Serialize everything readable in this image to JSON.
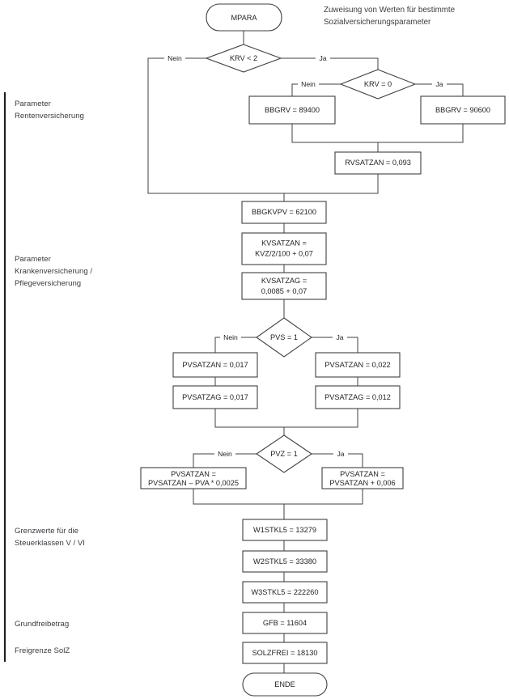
{
  "title": {
    "line1": "Zuweisung von Werten für bestimmte",
    "line2": "Sozialversicherungsparameter"
  },
  "section_labels": [
    {
      "id": "rentenversicherung",
      "line1": "Parameter",
      "line2": "Rentenversicherung",
      "line3": ""
    },
    {
      "id": "kranken-pflege",
      "line1": "Parameter",
      "line2": "Krankenversicherung /",
      "line3": "Pflegeversicherung"
    },
    {
      "id": "grenzwerte",
      "line1": "Grenzwerte für die",
      "line2": "Steuerklassen V / VI",
      "line3": ""
    },
    {
      "id": "grundfreibetrag",
      "line1": "Grundfreibetrag",
      "line2": "",
      "line3": ""
    },
    {
      "id": "freigrenze-solz",
      "line1": "Freigrenze SolZ",
      "line2": "",
      "line3": ""
    }
  ],
  "nodes": {
    "start": {
      "label": "MPARA",
      "shape": "terminator"
    },
    "krv_lt2": {
      "label": "KRV < 2",
      "shape": "decision"
    },
    "krv_eq0": {
      "label": "KRV = 0",
      "shape": "decision"
    },
    "bbgrv_89400": {
      "label": "BBGRV = 89400",
      "shape": "process"
    },
    "bbgrv_90600": {
      "label": "BBGRV = 90600",
      "shape": "process"
    },
    "rvsatzan": {
      "label": "RVSATZAN = 0,093",
      "shape": "process"
    },
    "bbgkvpv": {
      "label": "BBGKVPV = 62100",
      "shape": "process"
    },
    "kvsatzan": {
      "label_line1": "KVSATZAN =",
      "label_line2": "KVZ/2/100 + 0,07",
      "shape": "process"
    },
    "kvsatzag": {
      "label_line1": "KVSATZAG =",
      "label_line2": "0,0085 + 0,07",
      "shape": "process"
    },
    "pvs_eq1": {
      "label": "PVS = 1",
      "shape": "decision"
    },
    "pvsatzan_017": {
      "label": "PVSATZAN = 0,017",
      "shape": "process"
    },
    "pvsatzan_022": {
      "label": "PVSATZAN = 0,022",
      "shape": "process"
    },
    "pvsatzag_017": {
      "label": "PVSATZAG = 0,017",
      "shape": "process"
    },
    "pvsatzag_012": {
      "label": "PVSATZAG = 0,012",
      "shape": "process"
    },
    "pvz_eq1": {
      "label": "PVZ = 1",
      "shape": "decision"
    },
    "pvsatzan_minus": {
      "label_line1": "PVSATZAN =",
      "label_line2": "PVSATZAN – PVA * 0,0025",
      "shape": "process"
    },
    "pvsatzan_plus": {
      "label_line1": "PVSATZAN =",
      "label_line2": "PVSATZAN + 0,006",
      "shape": "process"
    },
    "w1stkl5": {
      "label": "W1STKL5 = 13279",
      "shape": "process"
    },
    "w2stkl5": {
      "label": "W2STKL5 = 33380",
      "shape": "process"
    },
    "w3stkl5": {
      "label": "W3STKL5 = 222260",
      "shape": "process"
    },
    "gfb": {
      "label": "GFB = 11604",
      "shape": "process"
    },
    "solzfrei": {
      "label": "SOLZFREI = 18130",
      "shape": "process"
    },
    "end": {
      "label": "ENDE",
      "shape": "terminator"
    }
  },
  "edge_labels": {
    "krv_lt2_no": "Nein",
    "krv_lt2_yes": "Ja",
    "krv_eq0_no": "Nein",
    "krv_eq0_yes": "Ja",
    "pvs_no": "Nein",
    "pvs_yes": "Ja",
    "pvz_no": "Nein",
    "pvz_yes": "Ja"
  },
  "colors": {
    "background": "#ffffff",
    "shape_stroke": "#404040",
    "shape_fill": "#ffffff",
    "text": "#231f20",
    "label_text": "#3c3a40"
  },
  "chart_data": {
    "type": "flowchart",
    "title": "Zuweisung von Werten für bestimmte Sozialversicherungsparameter",
    "steps": [
      "MPARA",
      "KRV < 2",
      "KRV = 0",
      "BBGRV = 89400",
      "BBGRV = 90600",
      "RVSATZAN = 0,093",
      "BBGKVPV = 62100",
      "KVSATZAN = KVZ/2/100 + 0,07",
      "KVSATZAG = 0,0085 + 0,07",
      "PVS = 1",
      "PVSATZAN = 0,017",
      "PVSATZAN = 0,022",
      "PVSATZAG = 0,017",
      "PVSATZAG = 0,012",
      "PVZ = 1",
      "PVSATZAN = PVSATZAN – PVA * 0,0025",
      "PVSATZAN = PVSATZAN + 0,006",
      "W1STKL5 = 13279",
      "W2STKL5 = 33380",
      "W3STKL5 = 222260",
      "GFB = 11604",
      "SOLZFREI = 18130",
      "ENDE"
    ]
  }
}
